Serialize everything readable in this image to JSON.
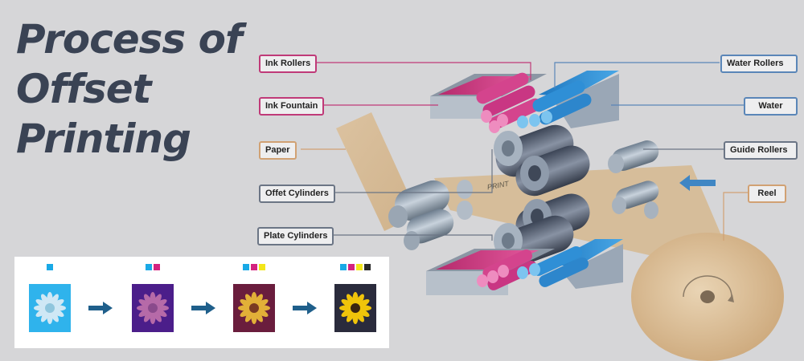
{
  "title": {
    "line1": "Process of",
    "line2": "Offset",
    "line3": "Printing"
  },
  "labels": {
    "ink_rollers": "Ink Rollers",
    "ink_fountain": "Ink Fountain",
    "paper": "Paper",
    "offset_cylinders": "Offet Cylinders",
    "plate_cylinders": "Plate Cylinders",
    "water_rollers": "Water Rollers",
    "water": "Water",
    "guide_rollers": "Guide Rollers",
    "reel": "Reel"
  },
  "print_text": "PRINT",
  "colors": {
    "magenta": "#c8327a",
    "cyan": "#2f8fd6",
    "tan": "#d9b887",
    "slate": "#3a4354",
    "arrow_blue": "#1f5f8b"
  },
  "stages": [
    {
      "swatches": [
        "#19a9e6"
      ],
      "background": "#2fb3ec",
      "petal": "#cfe8f5",
      "center": "#8fc6dd"
    },
    {
      "swatches": [
        "#19a9e6",
        "#d4237f"
      ],
      "background": "#4b1e8a",
      "petal": "#b66aa8",
      "center": "#8a4a8c"
    },
    {
      "swatches": [
        "#19a9e6",
        "#d4237f",
        "#f3e61a"
      ],
      "background": "#6a1d3d",
      "petal": "#e2b038",
      "center": "#7a3a22"
    },
    {
      "swatches": [
        "#19a9e6",
        "#d4237f",
        "#f3e61a",
        "#2a2a2a"
      ],
      "background": "#2a2b3c",
      "petal": "#f0c40a",
      "center": "#3a2410"
    }
  ]
}
